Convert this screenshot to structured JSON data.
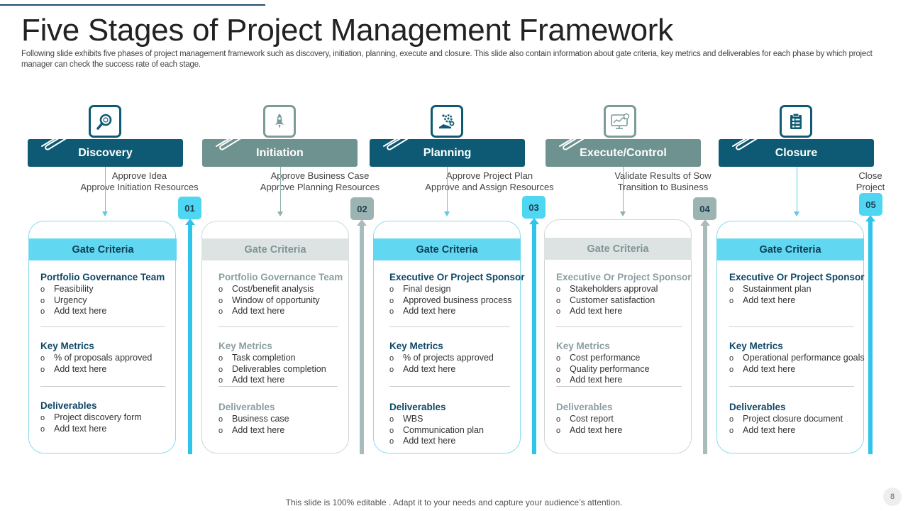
{
  "title": "Five Stages of Project Management Framework",
  "subtitle": "Following slide exhibits five phases of project management framework such as discovery, initiation, planning, execute and closure. This slide also contain information about gate criteria, key metrics and deliverables for each phase by which project manager can check the success rate of each stage.",
  "colors": {
    "dark_teal": "#0e5a74",
    "gray_teal": "#6e928f",
    "cyan": "#4fd6f2",
    "light_cyan": "#62d7f2",
    "light_gray": "#dde3e3"
  },
  "stages": [
    {
      "name": "Discovery",
      "icon": "magnifier-icon",
      "number": "01",
      "approve": [
        "Approve  Idea",
        "Approve  Initiation Resources"
      ],
      "gate_title": "Gate Criteria",
      "gate_heading": "Portfolio Governance Team",
      "gate_items": [
        "Feasibility",
        "Urgency",
        "Add text here"
      ],
      "metrics_title": "Key Metrics",
      "metrics_items": [
        "% of proposals approved",
        "Add text here"
      ],
      "deliverables_title": "Deliverables",
      "deliverables_items": [
        "Project discovery form",
        "Add text here"
      ]
    },
    {
      "name": "Initiation",
      "icon": "rocket-icon",
      "number": "02",
      "approve": [
        "Approve  Business Case",
        "Approve  Planning Resources"
      ],
      "gate_title": "Gate Criteria",
      "gate_heading": "Portfolio Governance Team",
      "gate_items": [
        "Cost/benefit analysis",
        "Window of opportunity",
        "Add text here"
      ],
      "metrics_title": "Key Metrics",
      "metrics_items": [
        "Task completion",
        "Deliverables completion",
        "Add text here"
      ],
      "deliverables_title": "Deliverables",
      "deliverables_items": [
        "Business case",
        "Add text here"
      ]
    },
    {
      "name": "Planning",
      "icon": "gears-hand-icon",
      "number": "03",
      "approve": [
        "Approve  Project Plan",
        "Approve  and  Assign Resources"
      ],
      "gate_title": "Gate Criteria",
      "gate_heading": "Executive Or Project Sponsor",
      "gate_items": [
        "Final design",
        "Approved business process",
        "Add text here"
      ],
      "metrics_title": "Key Metrics",
      "metrics_items": [
        "% of projects approved",
        "Add text here"
      ],
      "deliverables_title": "Deliverables",
      "deliverables_items": [
        "WBS",
        "Communication plan",
        "Add text here"
      ]
    },
    {
      "name": "Execute/Control",
      "icon": "monitor-chart-icon",
      "number": "04",
      "approve": [
        "Validate Results of Sow",
        "Transition  to Business"
      ],
      "gate_title": "Gate Criteria",
      "gate_heading": "Executive Or Project Sponsor",
      "gate_items": [
        "Stakeholders approval",
        "Customer satisfaction",
        "Add text here"
      ],
      "metrics_title": "Key Metrics",
      "metrics_items": [
        "Cost performance",
        "Quality performance",
        "Add text here"
      ],
      "deliverables_title": "Deliverables",
      "deliverables_items": [
        "Cost report",
        "Add text here"
      ]
    },
    {
      "name": "Closure",
      "icon": "clipboard-icon",
      "number": "05",
      "approve": [
        "Close",
        "Project"
      ],
      "gate_title": "Gate Criteria",
      "gate_heading": "Executive Or Project Sponsor",
      "gate_items": [
        "Sustainment plan",
        "Add text here"
      ],
      "metrics_title": "Key Metrics",
      "metrics_items": [
        "Operational performance goals",
        "Add text here"
      ],
      "deliverables_title": "Deliverables",
      "deliverables_items": [
        "Project closure document",
        "Add text here"
      ]
    }
  ],
  "footer": "This slide is 100% editable . Adapt it to your needs and capture your audience’s attention.",
  "page_number": "8"
}
